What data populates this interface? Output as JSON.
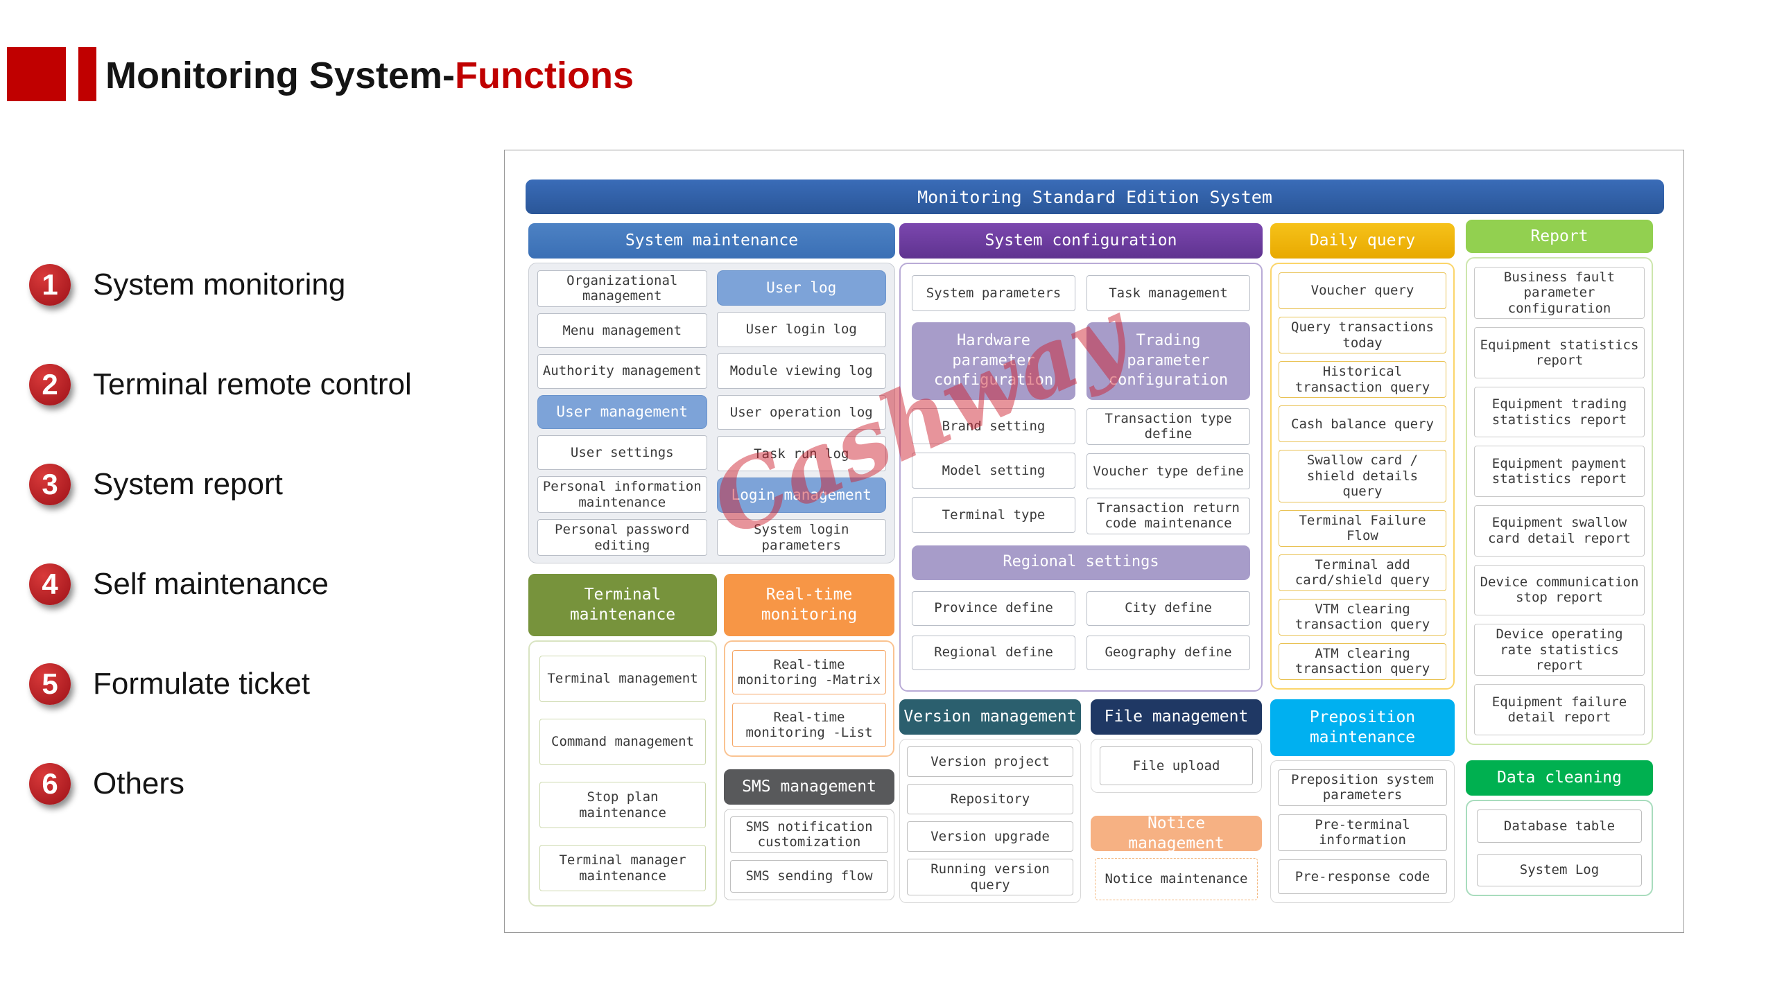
{
  "slide": {
    "title_black": "Monitoring System-",
    "title_red": "Functions"
  },
  "legend": {
    "items": [
      {
        "num": "1",
        "label": "System monitoring"
      },
      {
        "num": "2",
        "label": "Terminal remote control"
      },
      {
        "num": "3",
        "label": "System report"
      },
      {
        "num": "4",
        "label": "Self maintenance"
      },
      {
        "num": "5",
        "label": "Formulate ticket"
      },
      {
        "num": "6",
        "label": "Others"
      }
    ]
  },
  "watermark": "Cashway",
  "diagram": {
    "title": "Monitoring Standard Edition System",
    "system_maintenance": {
      "title": "System maintenance",
      "left_cells": [
        "Organizational management",
        "Menu management",
        "Authority management",
        {
          "label": "User management",
          "variant": "hl"
        },
        "User settings",
        "Personal information maintenance",
        "Personal password editing"
      ],
      "right_cells": [
        {
          "label": "User log",
          "variant": "hl"
        },
        "User login log",
        "Module viewing log",
        "User operation log",
        "Task run log",
        {
          "label": "Login management",
          "variant": "hl"
        },
        "System login parameters"
      ]
    },
    "terminal_maintenance": {
      "title": "Terminal maintenance",
      "cells": [
        "Terminal management",
        "Command management",
        "Stop plan maintenance",
        "Terminal manager maintenance"
      ]
    },
    "realtime_monitoring": {
      "title": "Real-time monitoring",
      "cells": [
        "Real-time monitoring -Matrix",
        "Real-time monitoring -List"
      ]
    },
    "sms_management": {
      "title": "SMS management",
      "cells": [
        "SMS notification customization",
        "SMS sending flow"
      ]
    },
    "system_configuration": {
      "title": "System configuration",
      "top_cells": [
        "System parameters",
        "Task management"
      ],
      "hardware": {
        "title": "Hardware parameter configuration",
        "cells": [
          "Brand setting",
          "Model setting",
          "Terminal type"
        ]
      },
      "trading": {
        "title": "Trading parameter configuration",
        "cells": [
          "Transaction type define",
          "Voucher type define",
          "Transaction return code maintenance"
        ]
      },
      "regional": {
        "title": "Regional settings",
        "cells": [
          "Province define",
          "City define",
          "Regional define",
          "Geography define"
        ]
      }
    },
    "version_management": {
      "title": "Version management",
      "cells": [
        "Version project",
        "Repository",
        "Version upgrade",
        "Running version query"
      ]
    },
    "file_management": {
      "title": "File management",
      "cells": [
        "File upload"
      ]
    },
    "notice_management": {
      "title": "Notice management",
      "cells": [
        "Notice maintenance"
      ]
    },
    "daily_query": {
      "title": "Daily query",
      "cells": [
        "Voucher query",
        "Query transactions today",
        "Historical transaction query",
        "Cash balance query",
        "Swallow card / shield details query",
        "Terminal Failure Flow",
        "Terminal add card/shield query",
        "VTM clearing transaction query",
        "ATM clearing transaction query"
      ]
    },
    "preposition_maintenance": {
      "title": "Preposition maintenance",
      "cells": [
        "Preposition system parameters",
        "Pre-terminal information",
        "Pre-response code"
      ]
    },
    "report": {
      "title": "Report",
      "cells": [
        "Business fault parameter configuration",
        "Equipment statistics report",
        "Equipment trading statistics report",
        "Equipment payment statistics report",
        "Equipment swallow card detail report",
        "Device communication stop report",
        "Device operating rate statistics report",
        "Equipment failure detail report"
      ]
    },
    "data_cleaning": {
      "title": "Data cleaning",
      "cells": [
        "Database table",
        "System Log"
      ]
    }
  },
  "colors": {
    "accent_red": "#c00000",
    "topbar_blue": "#2a5698",
    "maintenance_blue": "#3a6fb5",
    "highlight_blue": "#7da3d8",
    "configuration_purple": "#5f3390",
    "subheader_purple": "#a79cc9",
    "daily_gold": "#e8a900",
    "report_green": "#92d050",
    "terminal_olive": "#77933c",
    "realtime_orange": "#f79646",
    "sms_gray": "#58595b",
    "version_teal": "#2b5f6e",
    "file_navy": "#1f3864",
    "notice_peach": "#f6b183",
    "preposition_blue": "#00b0f0",
    "data_cleaning_green": "#00b050",
    "watermark_red": "#cd202d"
  }
}
